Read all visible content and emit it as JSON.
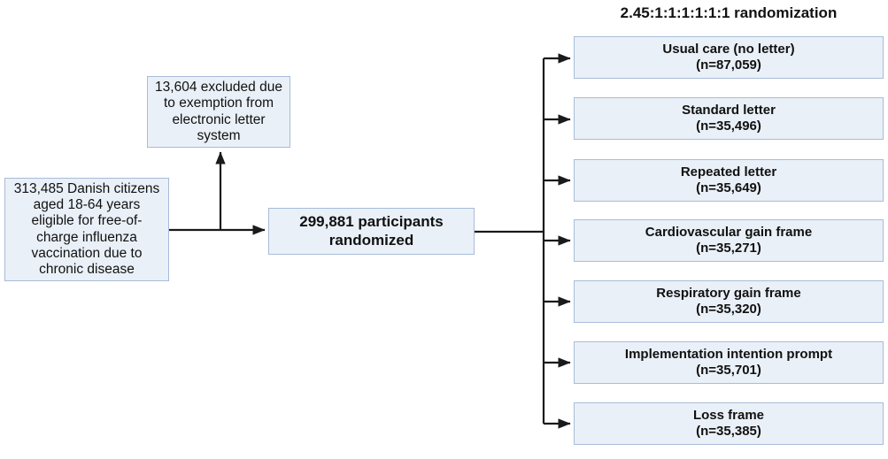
{
  "diagram": {
    "type": "consort-flow-diagram",
    "title_right": "2.45:1:1:1:1:1:1 randomization",
    "colors": {
      "box_fill": "#eaf0f8",
      "box_border": "#a8bcd8",
      "connector": "#1a1a1a",
      "text": "#111111",
      "background": "#ffffff"
    },
    "nodes": {
      "eligible": {
        "text": "313,485 Danish citizens aged 18-64 years eligible for free-of-charge influenza vaccination due to chronic disease",
        "count": "313,485"
      },
      "excluded": {
        "text": "13,604 excluded due to exemption from electronic letter system",
        "count": "13,604"
      },
      "randomized": {
        "text": "299,881 participants randomized",
        "count": "299,881"
      }
    },
    "arms": [
      {
        "label": "Usual care (no letter)",
        "n": "(n=87,059)",
        "count": 87059
      },
      {
        "label": "Standard letter",
        "n": "(n=35,496)",
        "count": 35496
      },
      {
        "label": "Repeated letter",
        "n": "(n=35,649)",
        "count": 35649
      },
      {
        "label": "Cardiovascular gain frame",
        "n": "(n=35,271)",
        "count": 35271
      },
      {
        "label": "Respiratory gain frame",
        "n": "(n=35,320)",
        "count": 35320
      },
      {
        "label": "Implementation intention prompt",
        "n": "(n=35,701)",
        "count": 35701
      },
      {
        "label": "Loss frame",
        "n": "(n=35,385)",
        "count": 35385
      }
    ]
  }
}
